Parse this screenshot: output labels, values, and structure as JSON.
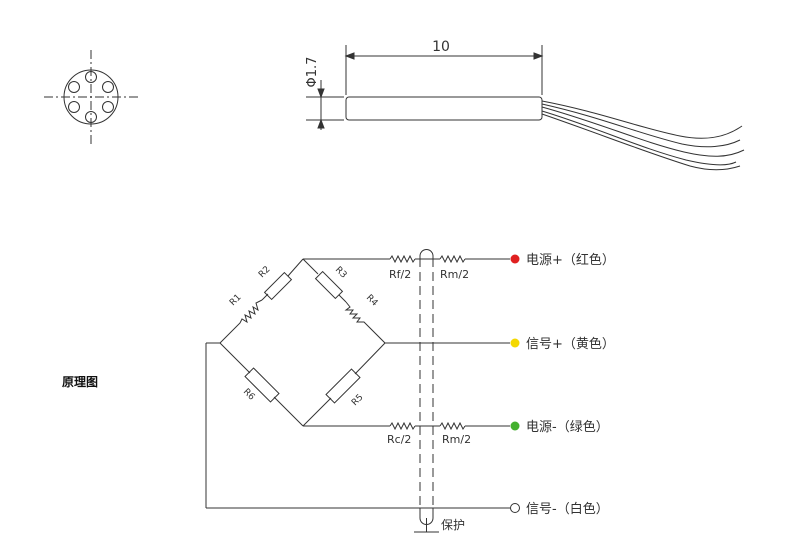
{
  "dimensions": {
    "length": "10",
    "diameter": "Φ1.7"
  },
  "schematic_title": "原理图",
  "bridge_resistors": [
    "R1",
    "R2",
    "R3",
    "R4",
    "R5",
    "R6"
  ],
  "series_resistors": {
    "rf": "Rf/2",
    "rm_top": "Rm/2",
    "rc": "Rc/2",
    "rm_bottom": "Rm/2"
  },
  "wires": [
    {
      "label": "电源+（红色）",
      "color": "#e02020"
    },
    {
      "label": "信号+（黄色）",
      "color": "#f4d800"
    },
    {
      "label": "电源-（绿色）",
      "color": "#44b02e"
    },
    {
      "label": "信号-（白色）",
      "color": "#ffffff"
    }
  ],
  "shield_label": "保护"
}
